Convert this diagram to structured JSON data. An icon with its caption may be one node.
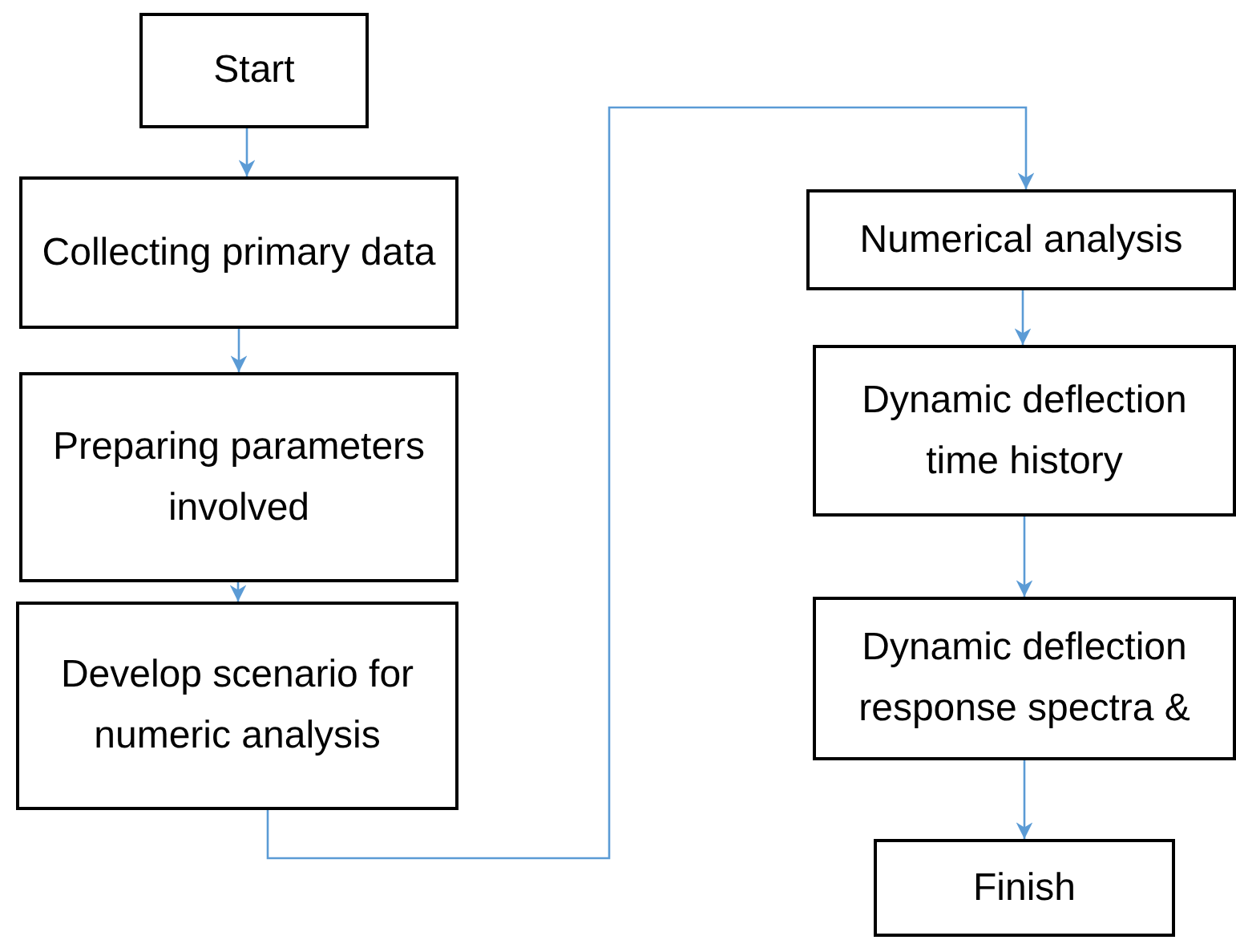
{
  "diagram": {
    "nodes": [
      {
        "text": [
          "Start"
        ]
      },
      {
        "text": [
          "Collecting primary data"
        ]
      },
      {
        "text": [
          "Preparing parameters involved"
        ]
      },
      {
        "text": [
          "Develop scenario for numeric analysis"
        ]
      },
      {
        "text": [
          "Numerical analysis"
        ]
      },
      {
        "text": [
          "Dynamic deflection time history"
        ]
      },
      {
        "text": [
          "Dynamic deflection response spectra &"
        ]
      },
      {
        "text": [
          "Finish"
        ]
      }
    ],
    "edges": [
      {
        "from": 0,
        "to": 1,
        "arrow": "to"
      },
      {
        "from": 1,
        "to": 2,
        "arrow": "to"
      },
      {
        "from": 2,
        "to": 3,
        "arrow": "to"
      },
      {
        "from": 3,
        "to": 4,
        "arrow": "to"
      },
      {
        "from": 4,
        "to": 5,
        "arrow": "to"
      },
      {
        "from": 5,
        "to": 6,
        "arrow": "to"
      },
      {
        "from": 6,
        "to": 7,
        "arrow": "to"
      }
    ]
  }
}
